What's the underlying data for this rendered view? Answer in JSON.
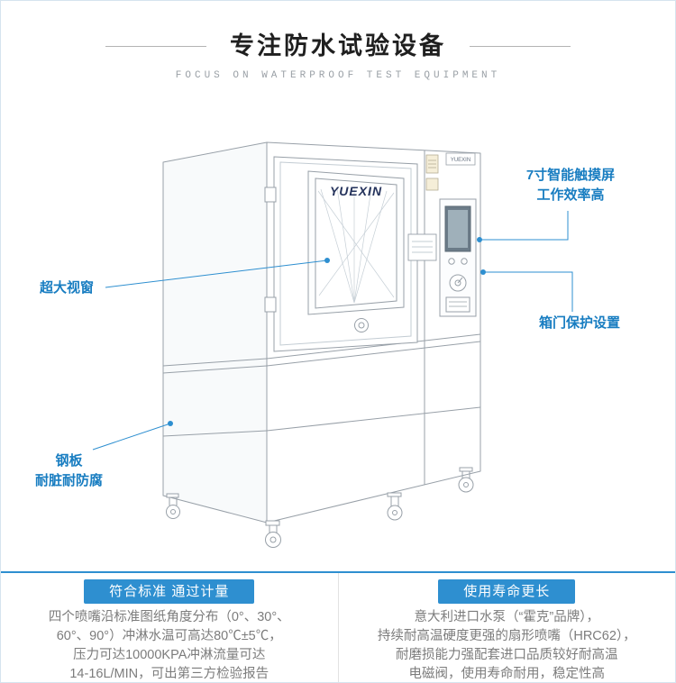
{
  "theme": {
    "accent": "#2e8fd0",
    "callout_text": "#187dc1",
    "line_gray": "#98a0a8"
  },
  "header": {
    "title": "专注防水试验设备",
    "subtitle": "FOCUS ON WATERPROOF TEST EQUIPMENT"
  },
  "machine": {
    "brand": "YUEXIN"
  },
  "callouts": {
    "touchscreen": "7寸智能触摸屏\n工作效率高",
    "window": "超大视窗",
    "door": "箱门保护设置",
    "panel": "钢板\n耐脏耐防腐"
  },
  "features": [
    {
      "title": "符合标准 通过计量",
      "body": "四个喷嘴沿标准图纸角度分布（0°、30°、\n60°、90°）冲淋水温可高达80℃±5℃，\n压力可达10000KPA冲淋流量可达\n14-16L/MIN，可出第三方检验报告"
    },
    {
      "title": "使用寿命更长",
      "body": "意大利进口水泵（“霍克”品牌），\n持续耐高温硬度更强的扇形喷嘴（HRC62），\n耐磨损能力强配套进口品质较好耐高温\n电磁阀，使用寿命耐用，稳定性高"
    }
  ]
}
